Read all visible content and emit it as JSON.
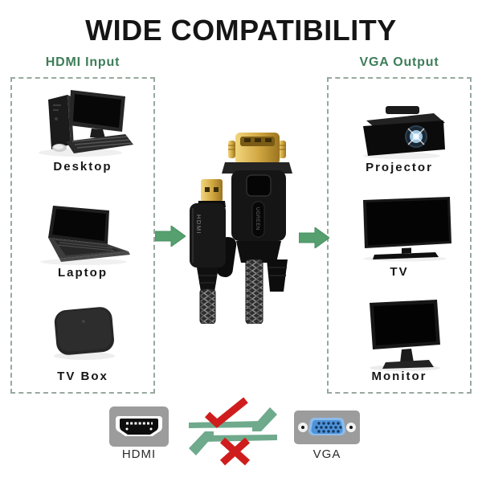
{
  "title": "WIDE COMPATIBILITY",
  "columns": {
    "left": {
      "header": "HDMI Input",
      "devices": [
        {
          "icon": "desktop-image",
          "label": "Desktop"
        },
        {
          "icon": "laptop-image",
          "label": "Laptop"
        },
        {
          "icon": "tv-box-image",
          "label": "TV Box"
        }
      ]
    },
    "right": {
      "header": "VGA Output",
      "devices": [
        {
          "icon": "projector-image",
          "label": "Projector"
        },
        {
          "icon": "tv-image",
          "label": "TV"
        },
        {
          "icon": "monitor-image",
          "label": "Monitor"
        }
      ]
    }
  },
  "cable": {
    "hdmi_marking": "HDMI",
    "brand_marking": "UGREEN"
  },
  "footer": {
    "hdmi_label": "HDMI",
    "vga_label": "VGA"
  },
  "icons": {
    "flow_arrows": "green-right-block-arrow",
    "direction_valid": "check-mark-over-right-arrow",
    "direction_invalid": "cross-mark-under-left-arrow",
    "hdmi_port": "hdmi-port-icon",
    "vga_port": "vga-port-icon"
  },
  "colors": {
    "header_green": "#3e7d58",
    "dashed_border": "#97a99e",
    "block_arrow_green": "#55a06e",
    "swap_arrow_green": "#6faa8d",
    "mark_red": "#cf1d1d",
    "port_plate_gray": "#9c9c9c",
    "vga_blue": "#4e92d8",
    "title_black": "#151515"
  }
}
